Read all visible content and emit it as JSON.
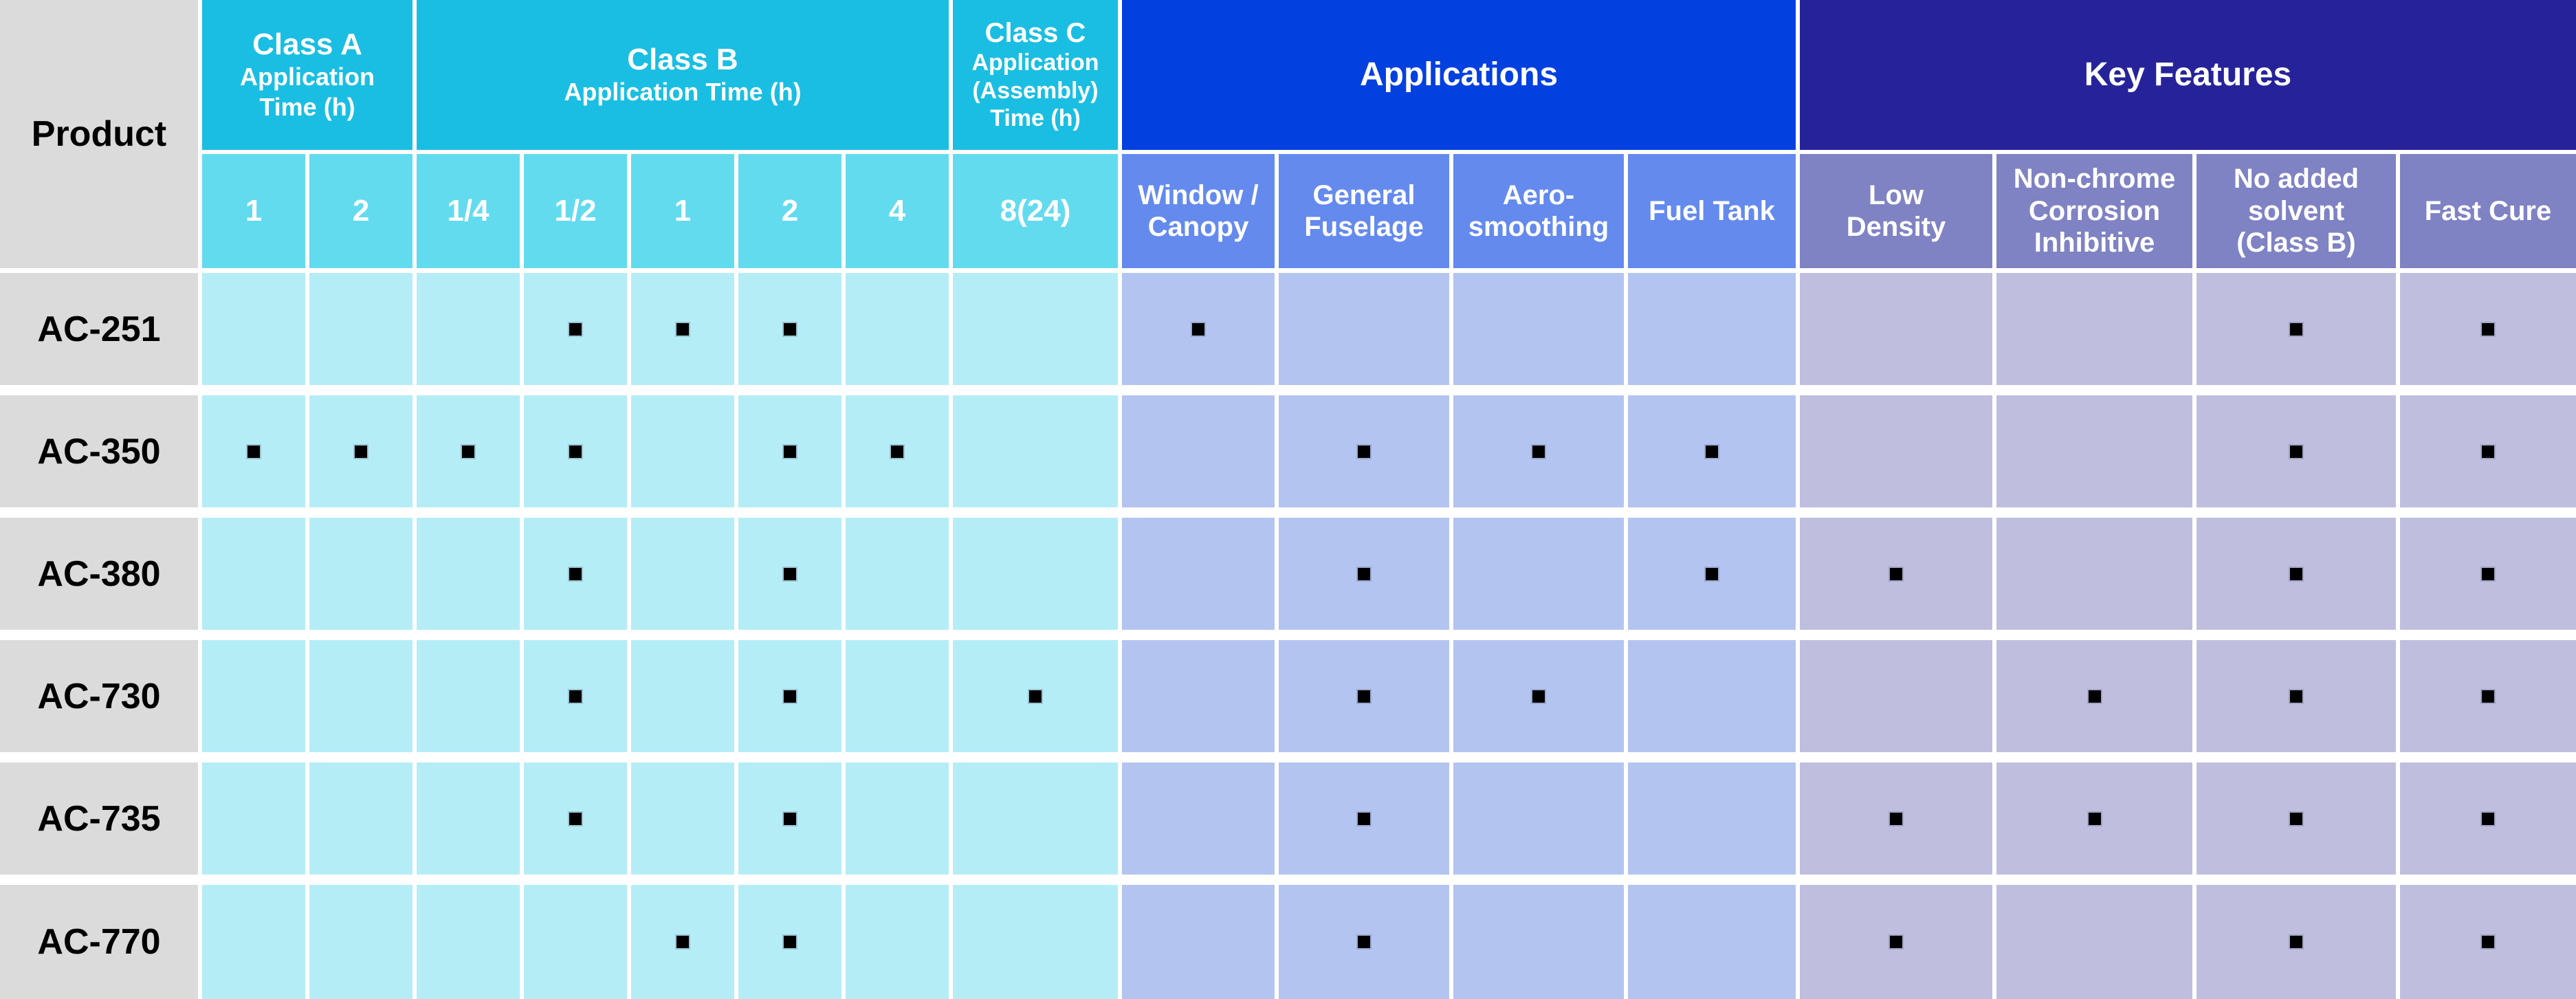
{
  "chart_data": {
    "type": "table",
    "row_header": "Product",
    "marker": "black-square",
    "groups": [
      {
        "title": "Class A",
        "subtitle": "Application Time (h)",
        "columns": [
          "1",
          "2"
        ]
      },
      {
        "title": "Class B",
        "subtitle": "Application Time (h)",
        "columns": [
          "1/4",
          "1/2",
          "1",
          "2",
          "4"
        ]
      },
      {
        "title": "Class C",
        "subtitle": "Application (Assembly) Time (h)",
        "columns": [
          "8(24)"
        ]
      },
      {
        "title": "Applications",
        "subtitle": "",
        "columns": [
          "Window / Canopy",
          "General Fuselage",
          "Aero-smoothing",
          "Fuel Tank"
        ]
      },
      {
        "title": "Key Features",
        "subtitle": "",
        "columns": [
          "Low Density",
          "Non-chrome Corrosion Inhibitive",
          "No added solvent (Class B)",
          "Fast Cure"
        ]
      }
    ],
    "rows": [
      {
        "product": "AC-251",
        "marks": [
          0,
          0,
          0,
          1,
          1,
          1,
          0,
          0,
          1,
          0,
          0,
          0,
          0,
          0,
          1,
          1
        ]
      },
      {
        "product": "AC-350",
        "marks": [
          1,
          1,
          1,
          1,
          0,
          1,
          1,
          0,
          0,
          1,
          1,
          1,
          0,
          0,
          1,
          1
        ]
      },
      {
        "product": "AC-380",
        "marks": [
          0,
          0,
          0,
          1,
          0,
          1,
          0,
          0,
          0,
          1,
          0,
          1,
          1,
          0,
          1,
          1
        ]
      },
      {
        "product": "AC-730",
        "marks": [
          0,
          0,
          0,
          1,
          0,
          1,
          0,
          1,
          0,
          1,
          1,
          0,
          0,
          1,
          1,
          1
        ]
      },
      {
        "product": "AC-735",
        "marks": [
          0,
          0,
          0,
          1,
          0,
          1,
          0,
          0,
          0,
          1,
          0,
          0,
          1,
          1,
          1,
          1
        ]
      },
      {
        "product": "AC-770",
        "marks": [
          0,
          0,
          0,
          0,
          1,
          1,
          0,
          0,
          0,
          1,
          0,
          0,
          1,
          0,
          1,
          1
        ]
      }
    ]
  },
  "display": {
    "product_header": "Product",
    "group_titles": [
      "Class A",
      "Class B",
      "Class C",
      "Applications",
      "Key Features"
    ],
    "group_subtitles": [
      "Application\nTime (h)",
      "Application Time (h)",
      "Application\n(Assembly)\nTime (h)",
      "",
      ""
    ],
    "subheaders": [
      "1",
      "2",
      "1/4",
      "1/2",
      "1",
      "2",
      "4",
      "8(24)",
      "Window /\nCanopy",
      "General\nFuselage",
      "Aero-\nsmoothing",
      "Fuel Tank",
      "Low\nDensity",
      "Non-chrome\nCorrosion\nInhibitive",
      "No added\nsolvent\n(Class B)",
      "Fast Cure"
    ],
    "colors": {
      "class_header": "#1ABEE2",
      "time_subheader": "#63DBEF",
      "time_cell": "#B5EDF7",
      "applications_header": "#0340E0",
      "applications_subheader": "#648AEE",
      "applications_cell": "#B4C4F1",
      "features_header": "#26239A",
      "features_subheader": "#7F82C3",
      "features_cell": "#BFBEDF",
      "product_column": "#DBDBDB",
      "gridline": "#FFFFFF",
      "marker": "#000000",
      "header_text": "#FFFFFF",
      "product_text": "#000000"
    }
  }
}
